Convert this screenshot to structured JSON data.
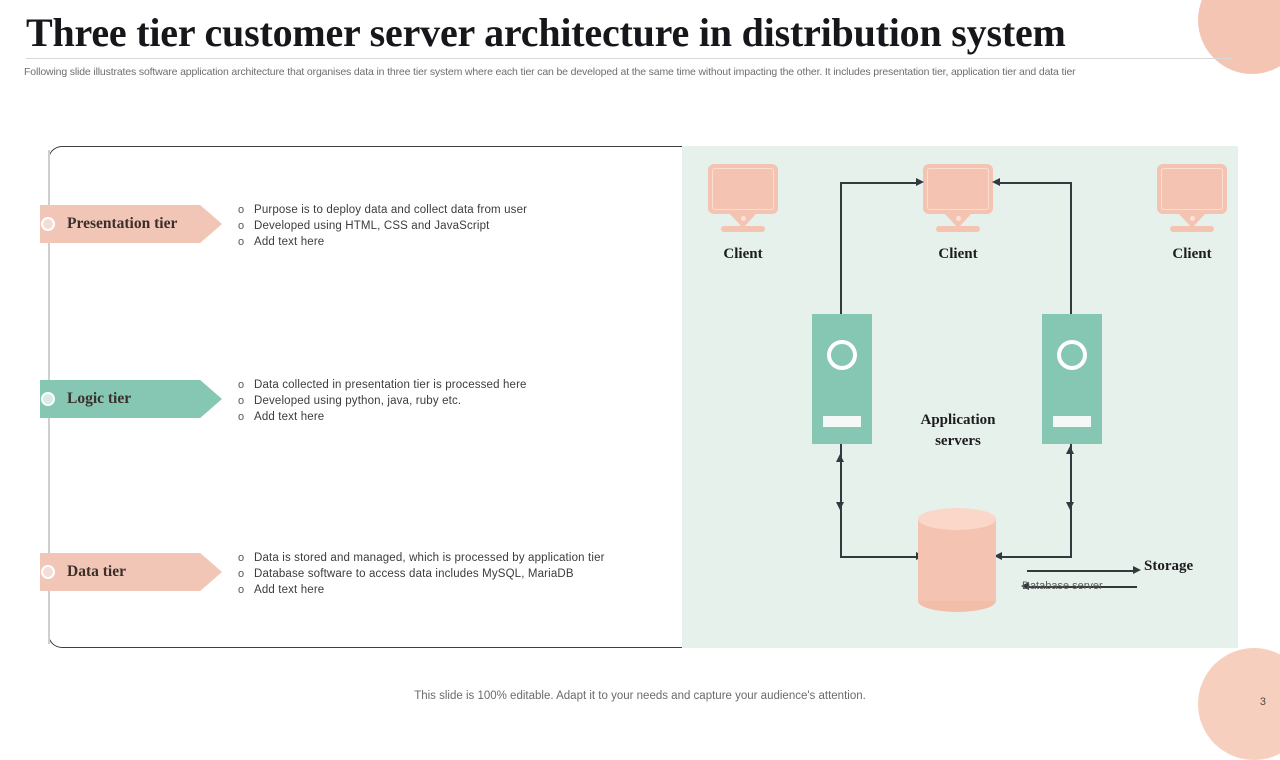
{
  "header": {
    "title": "Three tier customer server architecture in distribution system",
    "subtitle": "Following slide illustrates software application architecture that organises data in three tier system where each tier can be developed at the same time without impacting the other. It includes presentation tier, application tier and data tier"
  },
  "tiers": [
    {
      "label": "Presentation tier",
      "color": "#f2c6b6",
      "bullets": [
        "Purpose is to deploy data and collect data from user",
        "Developed  using HTML,  CSS and JavaScript",
        "Add text here"
      ]
    },
    {
      "label": "Logic tier",
      "color": "#86c7b4",
      "bullets": [
        "Data collected in presentation tier is processed here",
        "Developed   using python, java,  ruby etc.",
        "Add text here"
      ]
    },
    {
      "label": "Data tier",
      "color": "#f2c6b6",
      "bullets": [
        "Data is stored and managed,  which is processed by application tier",
        "Database software to access data includes MySQL, MariaDB",
        "Add text here"
      ]
    }
  ],
  "bullet_marker": "o",
  "diagram": {
    "background": "#e6f1ec",
    "clients": [
      {
        "label": "Client"
      },
      {
        "label": "Client"
      },
      {
        "label": "Client"
      }
    ],
    "app_servers_label": "Application\nservers",
    "app_servers_line1": "Application",
    "app_servers_line2": "servers",
    "storage_label": "Storage",
    "database_label": "Database server",
    "client_color": "#f5c3b1",
    "server_color": "#86c7b4",
    "connector_color": "#33393d"
  },
  "footer": {
    "note": "This slide is 100% editable. Adapt it to your needs and capture your audience's attention.",
    "page_number": "3"
  }
}
